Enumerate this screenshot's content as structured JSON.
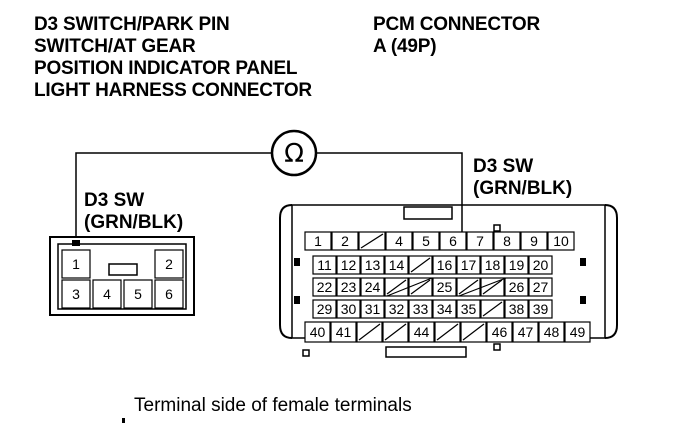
{
  "left_connector": {
    "title_lines": [
      "D3 SWITCH/PARK PIN",
      "SWITCH/AT GEAR",
      "POSITION INDICATOR PANEL",
      "LIGHT HARNESS CONNECTOR"
    ],
    "pins": [
      "1",
      "2",
      "3",
      "4",
      "5",
      "6"
    ],
    "wire_label": [
      "D3 SW",
      "(GRN/BLK)"
    ]
  },
  "right_connector": {
    "title_lines": [
      "PCM CONNECTOR",
      "A (49P)"
    ],
    "wire_label": [
      "D3 SW",
      "(GRN/BLK)"
    ],
    "rows": [
      [
        "1",
        "2",
        "",
        "4",
        "5",
        "6",
        "7",
        "8",
        "9",
        "10"
      ],
      [
        "11",
        "12",
        "13",
        "14",
        "",
        "16",
        "17",
        "18",
        "19",
        "20"
      ],
      [
        "22",
        "23",
        "24",
        "",
        "",
        "25",
        "",
        "",
        "26",
        "27"
      ],
      [
        "29",
        "30",
        "31",
        "32",
        "33",
        "34",
        "35",
        "",
        "38",
        "39"
      ],
      [
        "40",
        "41",
        "",
        "",
        "44",
        "",
        "",
        "46",
        "47",
        "48",
        "49"
      ]
    ]
  },
  "meter_symbol": "Ω",
  "caption": "Terminal side of female terminals"
}
